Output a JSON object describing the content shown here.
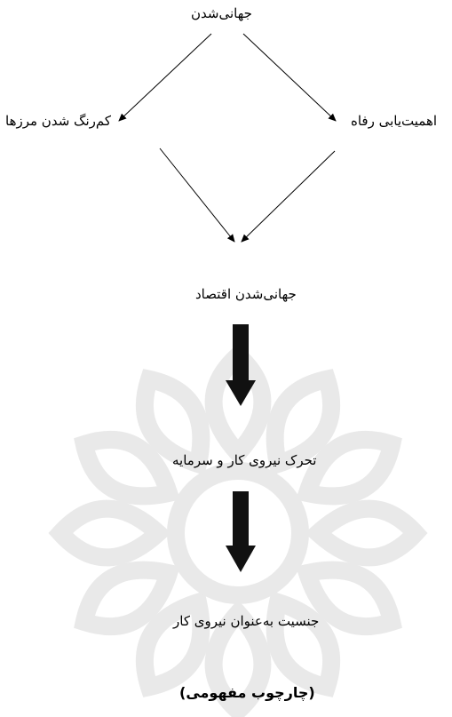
{
  "diagram": {
    "nodes": {
      "globalization": "جهانی‌شدن",
      "borders_fading": "کم‌رنگ شدن مرزها",
      "welfare_importance": "اهمیت‌یابی رفاه",
      "economic_globalization": "جهانی‌شدن اقتصاد",
      "labor_capital_mobility": "تحرک نیروی کار و سرمایه",
      "gender_as_labor": "جنسیت به‌عنوان نیروی کار"
    },
    "caption": "(چارچوب مفهومی)",
    "colors": {
      "text": "#000000",
      "arrow": "#000000",
      "thick_arrow": "#111111",
      "watermark": "#e9e9e9"
    }
  }
}
